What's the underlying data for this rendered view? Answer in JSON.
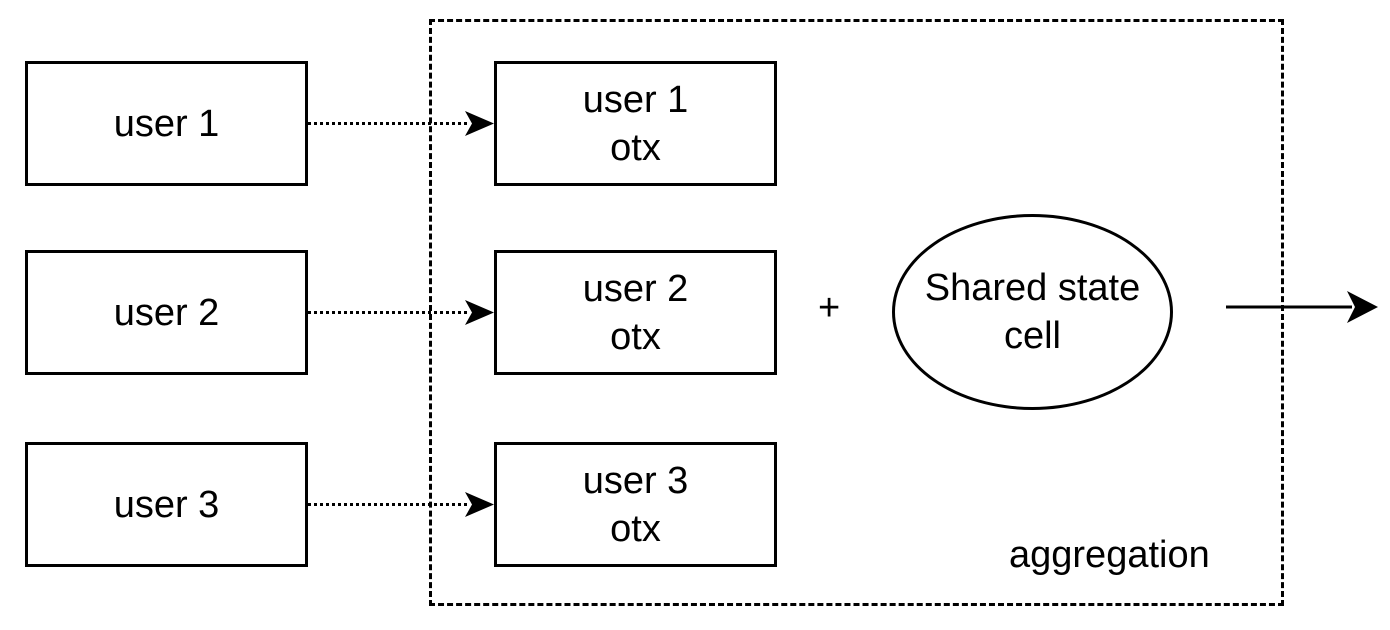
{
  "left_nodes": [
    {
      "label": "user 1"
    },
    {
      "label": "user 2"
    },
    {
      "label": "user 3"
    }
  ],
  "otx_nodes": [
    {
      "line1": "user 1",
      "line2": "otx"
    },
    {
      "line1": "user 2",
      "line2": "otx"
    },
    {
      "line1": "user 3",
      "line2": "otx"
    }
  ],
  "operator": "+",
  "shared_state": {
    "line1": "Shared state",
    "line2": "cell"
  },
  "aggregation": {
    "label": "aggregation"
  }
}
